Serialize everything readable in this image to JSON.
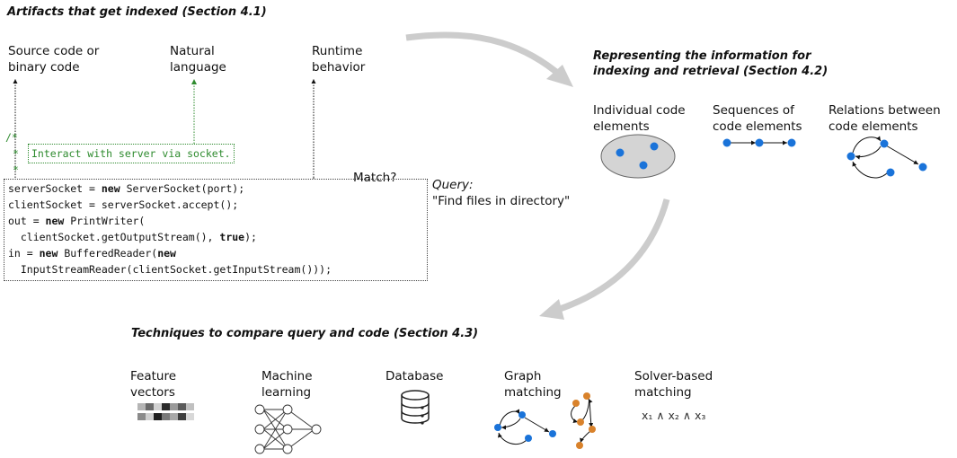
{
  "artifacts": {
    "title": "Artifacts that get indexed (Section 4.1)",
    "labels": [
      "Source code or\nbinary code",
      "Natural\nlanguage",
      "Runtime\nbehavior"
    ]
  },
  "code": {
    "comment_open": "/*",
    "comment_star": "*",
    "comment_text": "Interact with server via socket.",
    "comment_star2": "*",
    "comment_close": "/",
    "lines": [
      [
        "serverSocket = ",
        "new",
        " ServerSocket(port);"
      ],
      [
        "clientSocket = serverSocket.accept();"
      ],
      [
        "out = ",
        "new",
        " PrintWriter("
      ],
      [
        "  clientSocket.getOutputStream(), ",
        "true",
        ");"
      ],
      [
        "in = ",
        "new",
        " BufferedReader(",
        "new"
      ],
      [
        "  InputStreamReader(clientSocket.getInputStream()));"
      ]
    ]
  },
  "match": {
    "label": "Match?",
    "query_label": "Query:",
    "query_text": "\"Find files in directory\""
  },
  "representing": {
    "title_line1": "Representing the information for",
    "title_line2": "indexing and retrieval (Section 4.2)",
    "items": [
      "Individual code\nelements",
      "Sequences of\ncode elements",
      "Relations between\ncode elements"
    ]
  },
  "techniques": {
    "title": "Techniques to compare query and code (Section 4.3)",
    "items": [
      "Feature\nvectors",
      "Machine\nlearning",
      "Database",
      "Graph\nmatching",
      "Solver-based\nmatching"
    ],
    "formula": "x₁ ∧ x₂ ∧ x₃"
  },
  "colors": {
    "node_blue": "#1a73d9",
    "node_orange": "#d9822b",
    "comment_green": "#2e8b2e",
    "flow_arrow": "#cccccc"
  }
}
